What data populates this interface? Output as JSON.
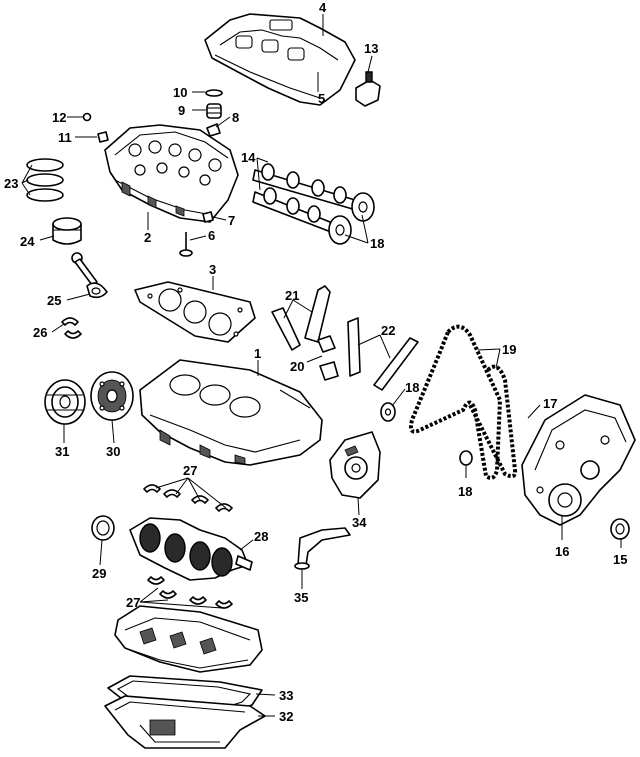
{
  "diagram": {
    "callouts": [
      {
        "id": "c1",
        "text": "1"
      },
      {
        "id": "c2",
        "text": "2"
      },
      {
        "id": "c3",
        "text": "3"
      },
      {
        "id": "c4",
        "text": "4"
      },
      {
        "id": "c5",
        "text": "5"
      },
      {
        "id": "c6",
        "text": "6"
      },
      {
        "id": "c7",
        "text": "7"
      },
      {
        "id": "c8",
        "text": "8"
      },
      {
        "id": "c9",
        "text": "9"
      },
      {
        "id": "c10",
        "text": "10"
      },
      {
        "id": "c11",
        "text": "11"
      },
      {
        "id": "c12",
        "text": "12"
      },
      {
        "id": "c13",
        "text": "13"
      },
      {
        "id": "c14",
        "text": "14"
      },
      {
        "id": "c15",
        "text": "15"
      },
      {
        "id": "c16",
        "text": "16"
      },
      {
        "id": "c17",
        "text": "17"
      },
      {
        "id": "c18a",
        "text": "18"
      },
      {
        "id": "c18b",
        "text": "18"
      },
      {
        "id": "c18c",
        "text": "18"
      },
      {
        "id": "c19",
        "text": "19"
      },
      {
        "id": "c20",
        "text": "20"
      },
      {
        "id": "c21",
        "text": "21"
      },
      {
        "id": "c22",
        "text": "22"
      },
      {
        "id": "c23",
        "text": "23"
      },
      {
        "id": "c24",
        "text": "24"
      },
      {
        "id": "c25",
        "text": "25"
      },
      {
        "id": "c26",
        "text": "26"
      },
      {
        "id": "c27a",
        "text": "27"
      },
      {
        "id": "c27b",
        "text": "27"
      },
      {
        "id": "c28",
        "text": "28"
      },
      {
        "id": "c29",
        "text": "29"
      },
      {
        "id": "c30",
        "text": "30"
      },
      {
        "id": "c31",
        "text": "31"
      },
      {
        "id": "c32",
        "text": "32"
      },
      {
        "id": "c33",
        "text": "33"
      },
      {
        "id": "c34",
        "text": "34"
      },
      {
        "id": "c35",
        "text": "35"
      }
    ]
  }
}
